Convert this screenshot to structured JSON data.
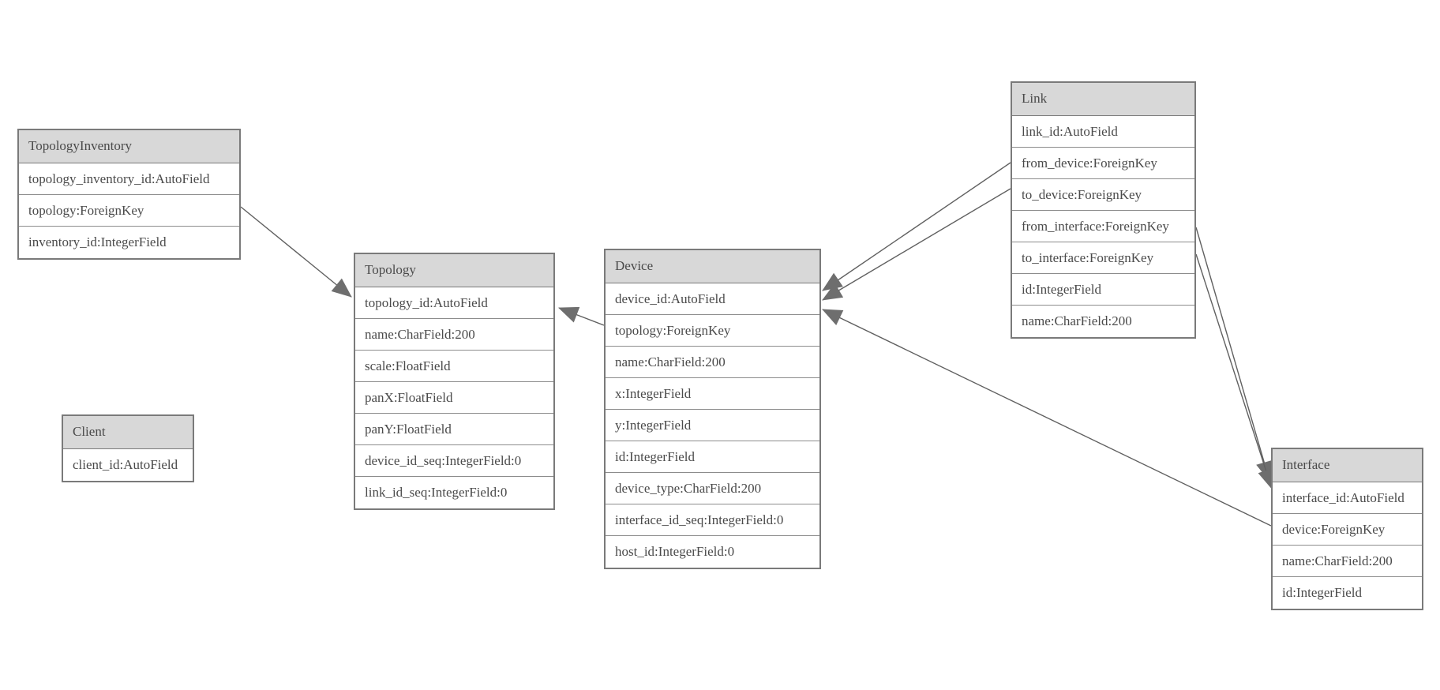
{
  "diagram": {
    "entities": [
      {
        "id": "topology_inventory",
        "name": "TopologyInventory",
        "fields": [
          "topology_inventory_id:AutoField",
          "topology:ForeignKey",
          "inventory_id:IntegerField"
        ]
      },
      {
        "id": "topology",
        "name": "Topology",
        "fields": [
          "topology_id:AutoField",
          "name:CharField:200",
          "scale:FloatField",
          "panX:FloatField",
          "panY:FloatField",
          "device_id_seq:IntegerField:0",
          "link_id_seq:IntegerField:0"
        ]
      },
      {
        "id": "client",
        "name": "Client",
        "fields": [
          "client_id:AutoField"
        ]
      },
      {
        "id": "device",
        "name": "Device",
        "fields": [
          "device_id:AutoField",
          "topology:ForeignKey",
          "name:CharField:200",
          "x:IntegerField",
          "y:IntegerField",
          "id:IntegerField",
          "device_type:CharField:200",
          "interface_id_seq:IntegerField:0",
          "host_id:IntegerField:0"
        ]
      },
      {
        "id": "link",
        "name": "Link",
        "fields": [
          "link_id:AutoField",
          "from_device:ForeignKey",
          "to_device:ForeignKey",
          "from_interface:ForeignKey",
          "to_interface:ForeignKey",
          "id:IntegerField",
          "name:CharField:200"
        ]
      },
      {
        "id": "interface",
        "name": "Interface",
        "fields": [
          "interface_id:AutoField",
          "device:ForeignKey",
          "name:CharField:200",
          "id:IntegerField"
        ]
      }
    ],
    "relationships": [
      {
        "id": "ti_topology",
        "from_entity": "TopologyInventory",
        "from_field": "topology",
        "to_entity": "Topology"
      },
      {
        "id": "device_topology",
        "from_entity": "Device",
        "from_field": "topology",
        "to_entity": "Topology"
      },
      {
        "id": "link_from_device",
        "from_entity": "Link",
        "from_field": "from_device",
        "to_entity": "Device"
      },
      {
        "id": "link_to_device",
        "from_entity": "Link",
        "from_field": "to_device",
        "to_entity": "Device"
      },
      {
        "id": "link_from_interface",
        "from_entity": "Link",
        "from_field": "from_interface",
        "to_entity": "Interface"
      },
      {
        "id": "link_to_interface",
        "from_entity": "Link",
        "from_field": "to_interface",
        "to_entity": "Interface"
      },
      {
        "id": "interface_device",
        "from_entity": "Interface",
        "from_field": "device",
        "to_entity": "Device"
      }
    ],
    "colors": {
      "header_bg": "#d8d8d8",
      "row_bg": "#ffffff",
      "border": "#7a7a7a",
      "text": "#4a4a4a",
      "edge": "#606060"
    }
  }
}
